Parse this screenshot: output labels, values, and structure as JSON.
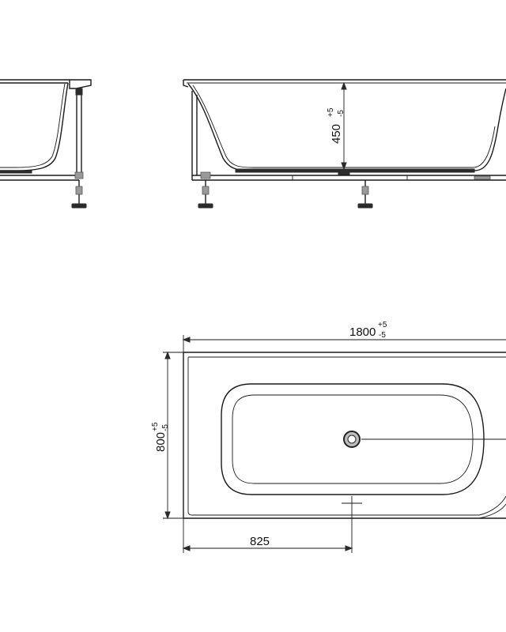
{
  "dimensions": {
    "height": {
      "value": "450",
      "tol_upper": "+5",
      "tol_lower": "-5"
    },
    "length": {
      "value": "1800",
      "tol_upper": "+5",
      "tol_lower": "-5"
    },
    "width": {
      "value": "800",
      "tol_upper": "+5",
      "tol_lower": "-5"
    },
    "drain_offset": {
      "value": "825"
    }
  }
}
